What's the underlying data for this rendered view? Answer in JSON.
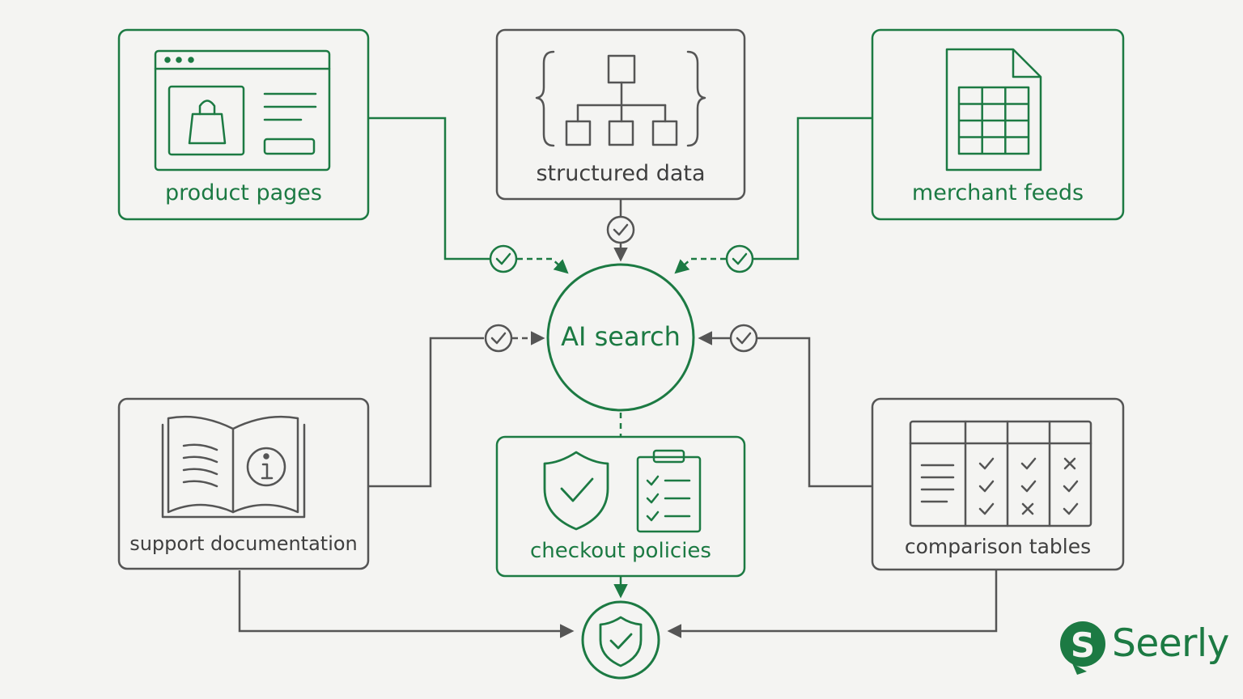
{
  "diagram": {
    "center_label": "AI search",
    "nodes": {
      "product_pages": "product pages",
      "structured_data": "structured data",
      "merchant_feeds": "merchant feeds",
      "support_documentation": "support documentation",
      "checkout_policies": "checkout policies",
      "comparison_tables": "comparison tables"
    }
  },
  "brand": {
    "name": "Seerly",
    "logo_letter": "S"
  },
  "colors": {
    "green": "#1c7a43",
    "gray": "#555555",
    "background": "#f4f4f2"
  }
}
